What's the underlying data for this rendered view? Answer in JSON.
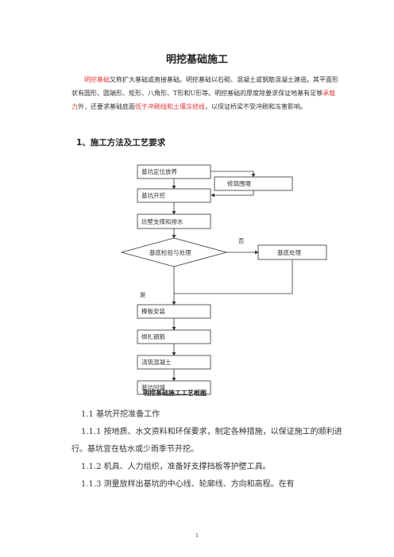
{
  "document": {
    "title": "明挖基础施工",
    "intro": {
      "term1": "明挖基础",
      "seg1": "又称扩大基础或直接基础。明挖基础以石砌、混凝土或钢筋混凝土建造。其平面形状有圆形、圆端形、矩形、八角形、T形和U形等。明挖基础的厚度除要求保证地基有足够",
      "term2": "承载力",
      "seg2": "外，还要求基础底面",
      "term3": "低于冲刷线和土壤冻结线",
      "seg3": "，以保证桥梁不受冲刷和冻害影响。"
    },
    "section1_heading": "1、施工方法及工艺要求",
    "flowchart": {
      "nodes": {
        "n1": "基坑定位放养",
        "n2": "基坑开挖",
        "n3": "修筑围堰",
        "n4": "坑壁支撑和排水",
        "n5": "基底检验与处理",
        "n6": "基底处理",
        "n7": "模板安装",
        "n8": "绑扎钢筋",
        "n9": "浇筑混凝土",
        "n10": "基坑回填"
      },
      "no_label": "否",
      "yes_label": "是",
      "caption": "明挖基础施工工艺框图"
    },
    "paragraphs": [
      "1.1 基坑开挖准备工作",
      "1.1.1 按地质、水文资料和环保要求，制定各种措施，以保证施工的顺利进行。基坑宜在枯水或少雨季节开挖。",
      "1.1.2 机具、人力组织，准备好支撑挡板等护壁工具。",
      "1.1.3 测量放样出基坑的中心线、轮廓线、方向和高程。在有"
    ],
    "page_number": "1"
  }
}
